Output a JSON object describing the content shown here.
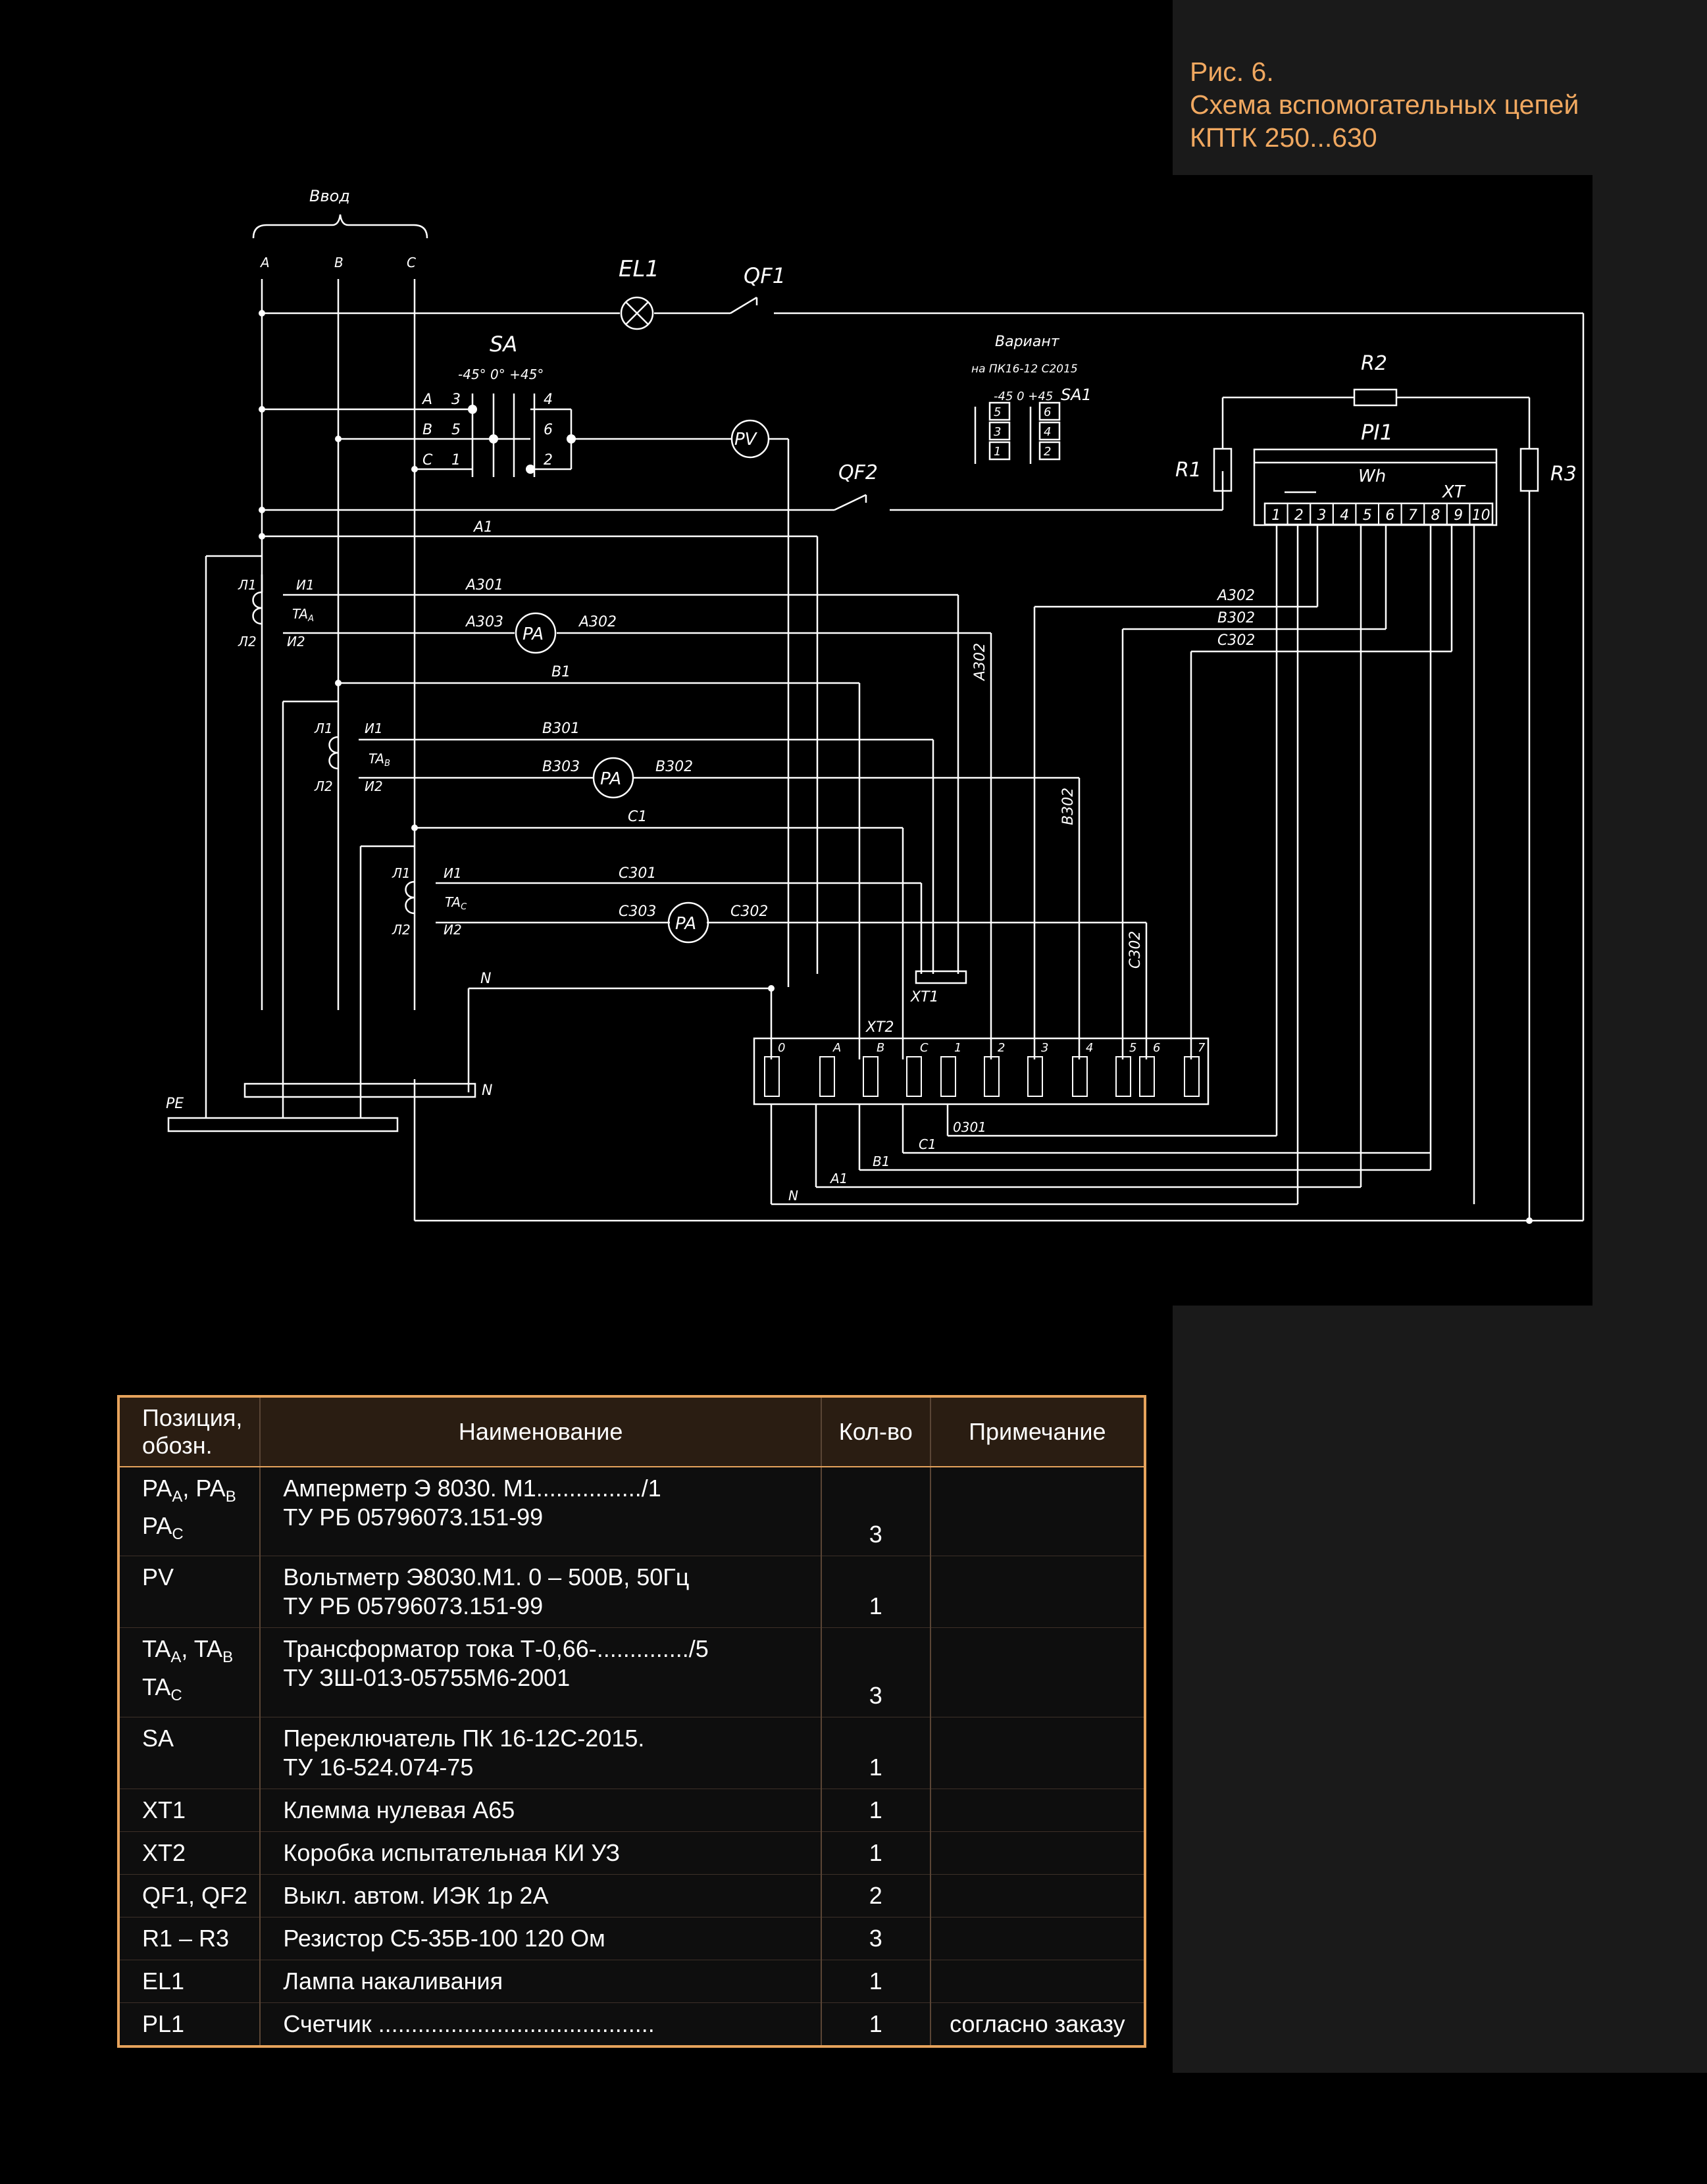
{
  "caption": {
    "line1": "Рис. 6.",
    "line2": "Схема вспомогательных цепей",
    "line3": "КПТК 250...630"
  },
  "diagram": {
    "labels": {
      "vvod": "Ввод",
      "a": "A",
      "b": "B",
      "c": "C",
      "el1": "EL1",
      "qf1": "QF1",
      "qf2": "QF2",
      "sa": "SA",
      "sa_angles": "-45° 0° +45°",
      "sa_t1": "A",
      "sa_t3": "3",
      "sa_t2": "B",
      "sa_t5": "5",
      "sa_t4": "C",
      "sa_t1b": "1",
      "sa_r4": "4",
      "sa_r6": "6",
      "sa_r2": "2",
      "pv": "PV",
      "variant": "Вариант",
      "variant_sub": "на ПК16-12 С2015",
      "sa1_angles": "-45 0 +45",
      "sa1": "SA1",
      "sa1_l5": "5",
      "sa1_l3": "3",
      "sa1_l1": "1",
      "sa1_r6": "6",
      "sa1_r4": "4",
      "sa1_r2": "2",
      "r1": "R1",
      "r2": "R2",
      "r3": "R3",
      "pi1": "PI1",
      "wh": "Wh",
      "xt": "XT",
      "xt_terms": [
        "1",
        "2",
        "3",
        "4",
        "5",
        "6",
        "7",
        "8",
        "9",
        "10"
      ],
      "w_a1": "A1",
      "w_a301": "A301",
      "w_a303": "A303",
      "w_a302": "A302",
      "w_a302v": "A302",
      "w_b1": "B1",
      "w_b301": "B301",
      "w_b303": "B303",
      "w_b302": "B302",
      "w_b302v": "B302",
      "w_c1": "C1",
      "w_c301": "C301",
      "w_c303": "C303",
      "w_c302": "C302",
      "w_c302v": "C302",
      "w_n": "N",
      "w_a302r": "A302",
      "w_b302r": "B302",
      "w_c302r": "C302",
      "l1": "Л1",
      "l2": "Л2",
      "i1": "И1",
      "i2": "И2",
      "taa": "TA",
      "taa_sub": "A",
      "tab": "TA",
      "tab_sub": "B",
      "tac": "TA",
      "tac_sub": "C",
      "pa": "PA",
      "xt1": "XT1",
      "xt2": "XT2",
      "xt2_terms": [
        "0",
        "A",
        "B",
        "C",
        "1",
        "2",
        "3",
        "4",
        "5",
        "6",
        "7"
      ],
      "pe": "PE",
      "n_bus": "N",
      "b_0301": "0301",
      "b_c1": "C1",
      "b_b1": "B1",
      "b_a1": "A1",
      "b_n": "N"
    }
  },
  "table": {
    "headers": [
      "Позиция, обозн.",
      "Наименование",
      "Кол-во",
      "Примечание"
    ],
    "rows": [
      {
        "pos": "PA",
        "pos_sub": [
          "A",
          "B",
          "C"
        ],
        "name1": "Амперметр Э 8030. М1................/1",
        "name2": "ТУ РБ 05796073.151-99",
        "qty": "3",
        "note": ""
      },
      {
        "pos": "PV",
        "name1": "Вольтметр Э8030.М1. 0 – 500В, 50Гц",
        "name2": "ТУ РБ 05796073.151-99",
        "qty": "1",
        "note": ""
      },
      {
        "pos": "TA",
        "pos_sub": [
          "A",
          "B",
          "C"
        ],
        "name1": "Трансформатор тока  Т-0,66-............../5",
        "name2": "ТУ ЗШ-013-05755М6-2001",
        "qty": "3",
        "note": ""
      },
      {
        "pos": "SA",
        "name1": "Переключатель ПК 16-12С-2015.",
        "name2": "ТУ 16-524.074-75",
        "qty": "1",
        "note": ""
      },
      {
        "pos": "XT1",
        "name1": "Клемма нулевая А65",
        "qty": "1",
        "note": ""
      },
      {
        "pos": "XT2",
        "name1": "Коробка испытательная КИ УЗ",
        "qty": "1",
        "note": ""
      },
      {
        "pos": "QF1, QF2",
        "name1": "Выкл. автом.      ИЭК 1р 2А",
        "qty": "2",
        "note": ""
      },
      {
        "pos": "R1 – R3",
        "name1": "Резистор С5-35В-100   120 Ом",
        "qty": "3",
        "note": ""
      },
      {
        "pos": "EL1",
        "name1": "Лампа накаливания",
        "qty": "1",
        "note": ""
      },
      {
        "pos": "PL1",
        "name1": "Счетчик ..........................................",
        "qty": "1",
        "note": "согласно заказу"
      }
    ]
  },
  "colors": {
    "caption": "#f0a860",
    "table_border": "#e6a35c",
    "lines": "#ffffff"
  }
}
